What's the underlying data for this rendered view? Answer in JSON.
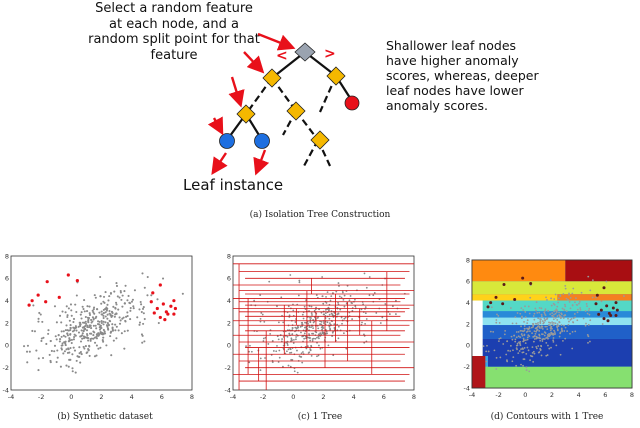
{
  "figure": {
    "tree": {
      "instruction_text": "Select a random feature at each node, and a random split point for that feature",
      "instruction_lines": [
        "Select a random feature",
        "at each node, and a",
        "random split point for that",
        "feature"
      ],
      "note_lines": [
        "Shallower leaf nodes",
        "have higher anomaly",
        "scores, whereas, deeper",
        "leaf nodes have lower",
        "anomaly scores."
      ],
      "leaf_label": "Leaf instance",
      "split_markers": [
        "<",
        ">"
      ],
      "colors": {
        "decision_node": "#f5b800",
        "root_node": "#9aa3b0",
        "leaf_normal": "#1e6fe0",
        "leaf_anomaly": "#e8101a",
        "arrow": "#e8101a"
      }
    },
    "captions": {
      "a": "(a) Isolation Tree Construction",
      "b": "(b) Synthetic dataset",
      "c": "(c) 1 Tree",
      "d": "(d) Contours with 1 Tree"
    },
    "panels": {
      "b": {
        "xticks": [
          "-4",
          "-2",
          "0",
          "2",
          "4",
          "6",
          "8"
        ],
        "yticks": [
          "8",
          "6",
          "4",
          "2",
          "0",
          "-2",
          "-4"
        ]
      },
      "c": {
        "xticks": [
          "-4",
          "-2",
          "0",
          "2",
          "4",
          "6",
          "8"
        ],
        "yticks": [
          "8",
          "6",
          "4",
          "2",
          "0",
          "-2",
          "-4"
        ]
      },
      "d": {
        "xticks": [
          "-4",
          "-2",
          "0",
          "2",
          "4",
          "6",
          "8"
        ],
        "yticks": [
          "8",
          "6",
          "4",
          "2",
          "0",
          "-2",
          "-4"
        ]
      }
    }
  },
  "chart_data": [
    {
      "type": "scatter",
      "xlim": [
        -4,
        8
      ],
      "ylim": [
        -4,
        8
      ],
      "series": [
        {
          "color": "#8a8a8a",
          "description_only": true
        },
        {
          "color": "#e8101a",
          "points": [
            [
              -0.2,
              6.3
            ],
            [
              0.4,
              5.8
            ],
            [
              -1.6,
              5.7
            ],
            [
              -2.6,
              4.0
            ],
            [
              -2.2,
              4.5
            ],
            [
              -2.8,
              3.6
            ],
            [
              -1.7,
              3.9
            ],
            [
              -0.8,
              4.3
            ],
            [
              5.9,
              5.4
            ],
            [
              6.1,
              3.7
            ],
            [
              6.6,
              3.5
            ],
            [
              6.9,
              3.3
            ],
            [
              6.8,
              4.0
            ],
            [
              5.3,
              3.9
            ],
            [
              5.7,
              3.3
            ],
            [
              5.5,
              2.9
            ],
            [
              5.9,
              2.5
            ],
            [
              6.4,
              2.8
            ],
            [
              6.2,
              2.3
            ],
            [
              6.8,
              2.8
            ],
            [
              5.4,
              4.7
            ],
            [
              6.3,
              3.0
            ]
          ]
        }
      ],
      "grid": false
    },
    {
      "type": "scatter",
      "xlim": [
        -4,
        8
      ],
      "ylim": [
        -4,
        8
      ],
      "grid": false
    },
    {
      "type": "heatmap",
      "xlim": [
        -4,
        8
      ],
      "ylim": [
        -4,
        8
      ],
      "grid": false
    }
  ]
}
